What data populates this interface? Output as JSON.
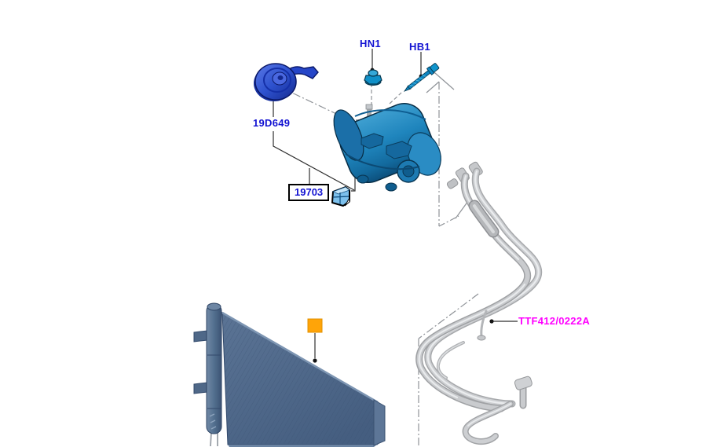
{
  "diagram": {
    "kind": "exploded-parts-diagram",
    "background_color": "#ffffff",
    "labels": {
      "hn1": "HN1",
      "hb1": "HB1",
      "pulley": "19D649",
      "compressor": "19703",
      "tube": "TTF412/0222A"
    },
    "parts": [
      {
        "id": "HN1",
        "name": "nut",
        "label_color": "#1212d2"
      },
      {
        "id": "HB1",
        "name": "bolt",
        "label_color": "#1212d2"
      },
      {
        "id": "19D649",
        "name": "compressor-clutch-pulley",
        "label_color": "#1212d2"
      },
      {
        "id": "19703",
        "name": "ac-compressor",
        "label_color": "#1212d2",
        "boxed": true,
        "has_parts_list_icon": true
      },
      {
        "id": "TTF412/0222A",
        "name": "ac-tube-assembly",
        "label_color": "#ff00ff"
      },
      {
        "id": "",
        "name": "condenser",
        "marker": "orange-square"
      }
    ],
    "icons": [
      {
        "name": "parts-list-icon",
        "meaning": "open parts list for boxed part number"
      }
    ],
    "colors": {
      "label_blue": "#1212d2",
      "label_magenta": "#ff00ff",
      "part_blue": "#1f85bd",
      "pulley_blue": "#2e52cf",
      "hardware_blue": "#0f8ec4",
      "condenser_slate": "#4d6687",
      "tube_gray": "#c9cbce",
      "marker_orange": "#ffa408",
      "construction_gray": "#8f9398",
      "leader_black": "#2e2e2e"
    }
  }
}
